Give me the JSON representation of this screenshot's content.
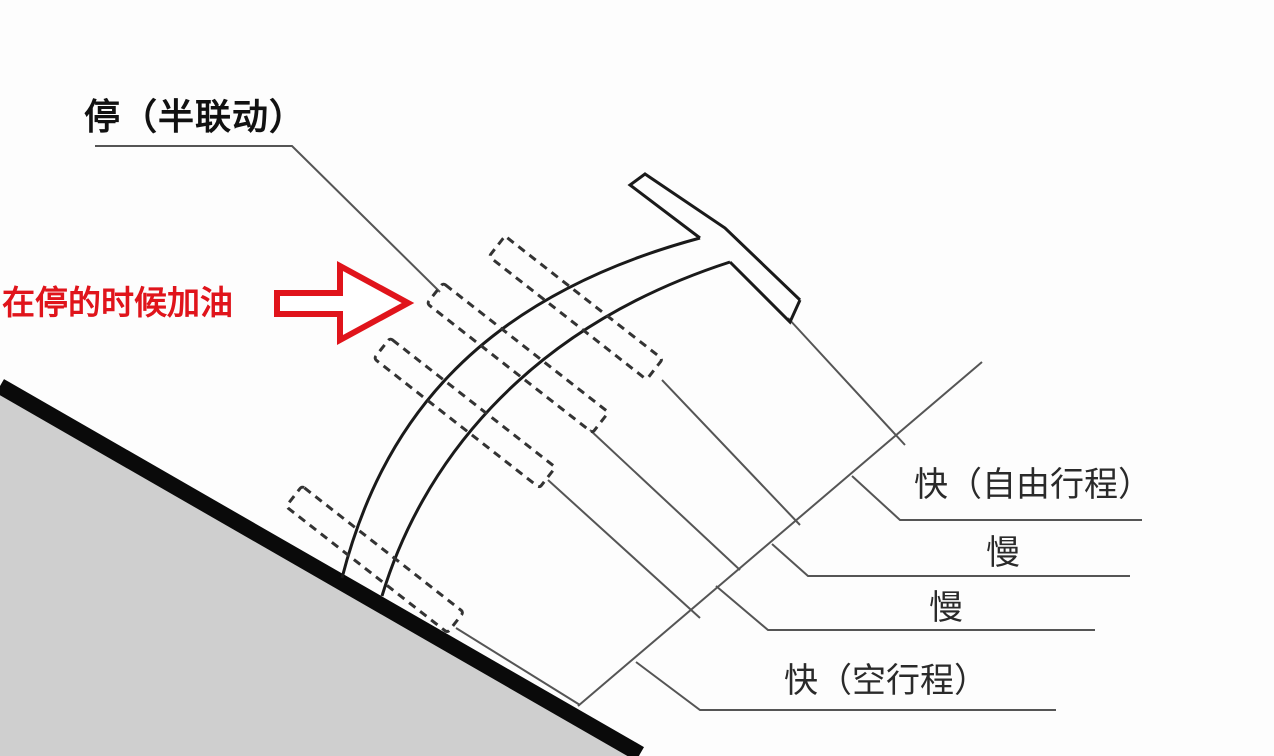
{
  "diagram": {
    "subject": "clutch pedal travel positions",
    "colors": {
      "background": "#fdfdfd",
      "floor_fill": "#cfcfcf",
      "floor_edge": "#0a0a0a",
      "line": "#333333",
      "leader": "#555555",
      "arrow": "#e0141b",
      "note_text": "#e0141b"
    }
  },
  "labels": {
    "top_position": "停（半联动）",
    "note": "在停的时候加油",
    "fast_free_travel": "快（自由行程）",
    "slow_1": "慢",
    "slow_2": "慢",
    "fast_empty_travel": "快（空行程）"
  },
  "icons": {
    "arrow": "right-arrow-outline"
  }
}
